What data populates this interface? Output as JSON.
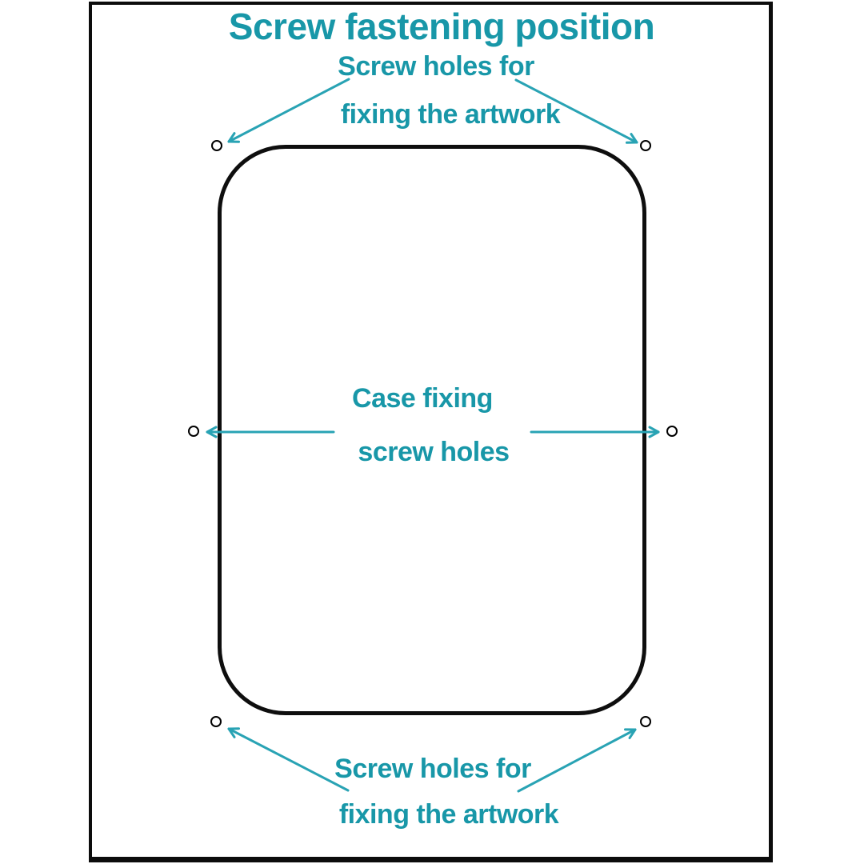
{
  "title": "Screw fastening position",
  "labels": {
    "top": {
      "line1": "Screw holes for",
      "line2": "fixing the artwork"
    },
    "middle": {
      "line1": "Case fixing",
      "line2": "screw holes"
    },
    "bottom": {
      "line1": "Screw holes for",
      "line2": "fixing the artwork"
    }
  },
  "screw_holes": {
    "artwork_fixing": [
      "top-left",
      "top-right",
      "bottom-left",
      "bottom-right"
    ],
    "case_fixing": [
      "middle-left",
      "middle-right"
    ]
  },
  "colors": {
    "accent_teal": "#1897a8",
    "arrow_teal": "#29a3b4",
    "outline_black": "#0c0c0c"
  },
  "markers": {
    "screw_hole_icon": "small-outlined-circle",
    "pointer_icon": "open-arrowhead-line"
  }
}
